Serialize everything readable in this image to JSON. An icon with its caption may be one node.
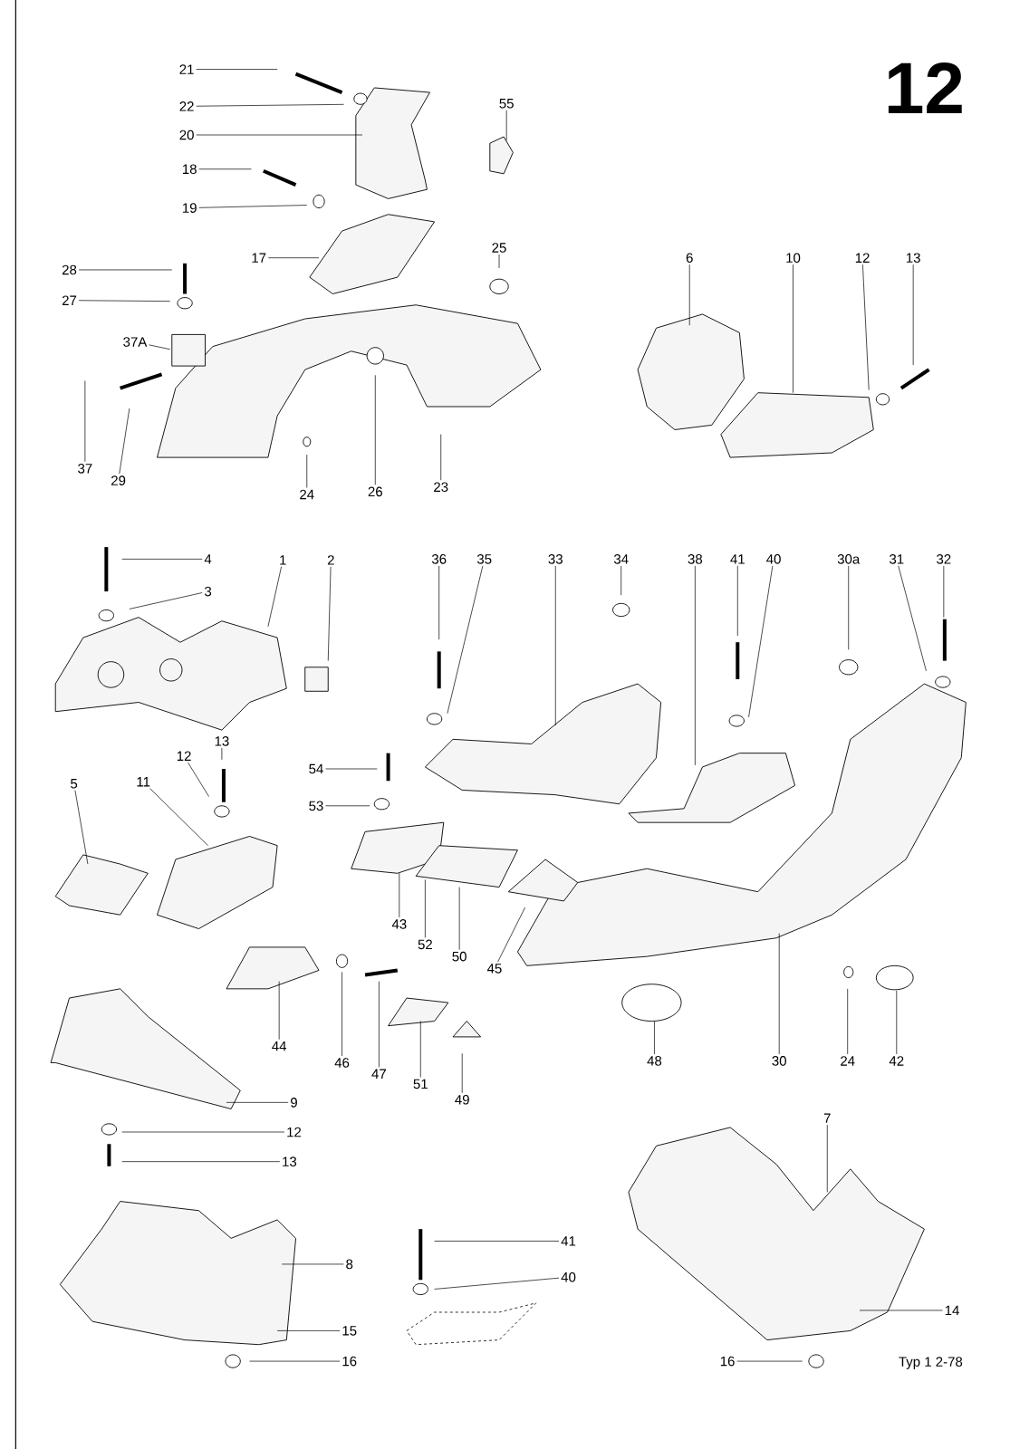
{
  "diagram": {
    "title": "12",
    "nodes": [
      {
        "text": [
          "21"
        ]
      },
      {
        "text": [
          "22"
        ]
      },
      {
        "text": [
          "20"
        ]
      },
      {
        "text": [
          "18"
        ]
      },
      {
        "text": [
          "19"
        ]
      },
      {
        "text": [
          "55"
        ]
      },
      {
        "text": [
          "17"
        ]
      },
      {
        "text": [
          "25"
        ]
      },
      {
        "text": [
          "28"
        ]
      },
      {
        "text": [
          "27"
        ]
      },
      {
        "text": [
          "37A"
        ]
      },
      {
        "text": [
          "37"
        ]
      },
      {
        "text": [
          "29"
        ]
      },
      {
        "text": [
          "24"
        ]
      },
      {
        "text": [
          "26"
        ]
      },
      {
        "text": [
          "23"
        ]
      },
      {
        "text": [
          "6"
        ]
      },
      {
        "text": [
          "10"
        ]
      },
      {
        "text": [
          "12"
        ]
      },
      {
        "text": [
          "13"
        ]
      },
      {
        "text": [
          "4"
        ]
      },
      {
        "text": [
          "3"
        ]
      },
      {
        "text": [
          "1"
        ]
      },
      {
        "text": [
          "2"
        ]
      },
      {
        "text": [
          "36"
        ]
      },
      {
        "text": [
          "35"
        ]
      },
      {
        "text": [
          "33"
        ]
      },
      {
        "text": [
          "34"
        ]
      },
      {
        "text": [
          "38"
        ]
      },
      {
        "text": [
          "41"
        ]
      },
      {
        "text": [
          "40"
        ]
      },
      {
        "text": [
          "30a"
        ]
      },
      {
        "text": [
          "31"
        ]
      },
      {
        "text": [
          "32"
        ]
      },
      {
        "text": [
          "13"
        ]
      },
      {
        "text": [
          "12"
        ]
      },
      {
        "text": [
          "5"
        ]
      },
      {
        "text": [
          "11"
        ]
      },
      {
        "text": [
          "54"
        ]
      },
      {
        "text": [
          "53"
        ]
      },
      {
        "text": [
          "43"
        ]
      },
      {
        "text": [
          "52"
        ]
      },
      {
        "text": [
          "50"
        ]
      },
      {
        "text": [
          "45"
        ]
      },
      {
        "text": [
          "44"
        ]
      },
      {
        "text": [
          "46"
        ]
      },
      {
        "text": [
          "47"
        ]
      },
      {
        "text": [
          "51"
        ]
      },
      {
        "text": [
          "49"
        ]
      },
      {
        "text": [
          "48"
        ]
      },
      {
        "text": [
          "30"
        ]
      },
      {
        "text": [
          "24"
        ]
      },
      {
        "text": [
          "42"
        ]
      },
      {
        "text": [
          "9"
        ]
      },
      {
        "text": [
          "12"
        ]
      },
      {
        "text": [
          "13"
        ]
      },
      {
        "text": [
          "7"
        ]
      },
      {
        "text": [
          "8"
        ]
      },
      {
        "text": [
          "41"
        ]
      },
      {
        "text": [
          "40"
        ]
      },
      {
        "text": [
          "14"
        ]
      },
      {
        "text": [
          "15"
        ]
      },
      {
        "text": [
          "16"
        ]
      },
      {
        "text": [
          "16"
        ]
      }
    ],
    "edges": [
      {
        "from": 0,
        "to": null,
        "arrow": "none"
      },
      {
        "from": 1,
        "to": null,
        "arrow": "none"
      },
      {
        "from": 2,
        "to": null,
        "arrow": "none"
      },
      {
        "from": 3,
        "to": null,
        "arrow": "none"
      },
      {
        "from": 4,
        "to": null,
        "arrow": "none"
      },
      {
        "from": 5,
        "to": null,
        "arrow": "none"
      },
      {
        "from": 6,
        "to": null,
        "arrow": "none"
      },
      {
        "from": 7,
        "to": null,
        "arrow": "none"
      },
      {
        "from": 8,
        "to": null,
        "arrow": "none"
      },
      {
        "from": 9,
        "to": null,
        "arrow": "none"
      },
      {
        "from": 10,
        "to": null,
        "arrow": "none"
      },
      {
        "from": 11,
        "to": null,
        "arrow": "none"
      },
      {
        "from": 12,
        "to": null,
        "arrow": "none"
      },
      {
        "from": 13,
        "to": null,
        "arrow": "none"
      },
      {
        "from": 14,
        "to": null,
        "arrow": "none"
      },
      {
        "from": 15,
        "to": null,
        "arrow": "none"
      },
      {
        "from": 16,
        "to": null,
        "arrow": "none"
      },
      {
        "from": 17,
        "to": null,
        "arrow": "none"
      },
      {
        "from": 18,
        "to": null,
        "arrow": "none"
      },
      {
        "from": 19,
        "to": null,
        "arrow": "none"
      },
      {
        "from": 20,
        "to": null,
        "arrow": "none"
      },
      {
        "from": 21,
        "to": null,
        "arrow": "none"
      },
      {
        "from": 22,
        "to": null,
        "arrow": "none"
      },
      {
        "from": 23,
        "to": null,
        "arrow": "none"
      },
      {
        "from": 24,
        "to": null,
        "arrow": "none"
      },
      {
        "from": 25,
        "to": null,
        "arrow": "none"
      },
      {
        "from": 26,
        "to": null,
        "arrow": "none"
      },
      {
        "from": 27,
        "to": null,
        "arrow": "none"
      },
      {
        "from": 28,
        "to": null,
        "arrow": "none"
      },
      {
        "from": 29,
        "to": null,
        "arrow": "none"
      },
      {
        "from": 30,
        "to": null,
        "arrow": "none"
      },
      {
        "from": 31,
        "to": null,
        "arrow": "none"
      },
      {
        "from": 32,
        "to": null,
        "arrow": "none"
      },
      {
        "from": 33,
        "to": null,
        "arrow": "none"
      },
      {
        "from": 34,
        "to": null,
        "arrow": "none"
      },
      {
        "from": 35,
        "to": null,
        "arrow": "none"
      },
      {
        "from": 36,
        "to": null,
        "arrow": "none"
      },
      {
        "from": 37,
        "to": null,
        "arrow": "none"
      },
      {
        "from": 38,
        "to": null,
        "arrow": "none"
      },
      {
        "from": 39,
        "to": null,
        "arrow": "none"
      },
      {
        "from": 40,
        "to": null,
        "arrow": "none"
      },
      {
        "from": 41,
        "to": null,
        "arrow": "none"
      },
      {
        "from": 42,
        "to": null,
        "arrow": "none"
      },
      {
        "from": 43,
        "to": null,
        "arrow": "none"
      },
      {
        "from": 44,
        "to": null,
        "arrow": "none"
      },
      {
        "from": 45,
        "to": null,
        "arrow": "none"
      },
      {
        "from": 46,
        "to": null,
        "arrow": "none"
      },
      {
        "from": 47,
        "to": null,
        "arrow": "none"
      },
      {
        "from": 48,
        "to": null,
        "arrow": "none"
      },
      {
        "from": 49,
        "to": null,
        "arrow": "none"
      },
      {
        "from": 50,
        "to": null,
        "arrow": "none"
      },
      {
        "from": 51,
        "to": null,
        "arrow": "none"
      },
      {
        "from": 52,
        "to": null,
        "arrow": "none"
      },
      {
        "from": 53,
        "to": null,
        "arrow": "none"
      },
      {
        "from": 54,
        "to": null,
        "arrow": "none"
      },
      {
        "from": 55,
        "to": null,
        "arrow": "none"
      },
      {
        "from": 56,
        "to": null,
        "arrow": "none"
      },
      {
        "from": 57,
        "to": null,
        "arrow": "none"
      },
      {
        "from": 58,
        "to": null,
        "arrow": "none"
      },
      {
        "from": 59,
        "to": null,
        "arrow": "none"
      },
      {
        "from": 60,
        "to": null,
        "arrow": "none"
      },
      {
        "from": 61,
        "to": null,
        "arrow": "none"
      },
      {
        "from": 62,
        "to": null,
        "arrow": "none"
      },
      {
        "from": 63,
        "to": null,
        "arrow": "none"
      }
    ],
    "labels": [
      "Typ 1 2-78"
    ]
  }
}
